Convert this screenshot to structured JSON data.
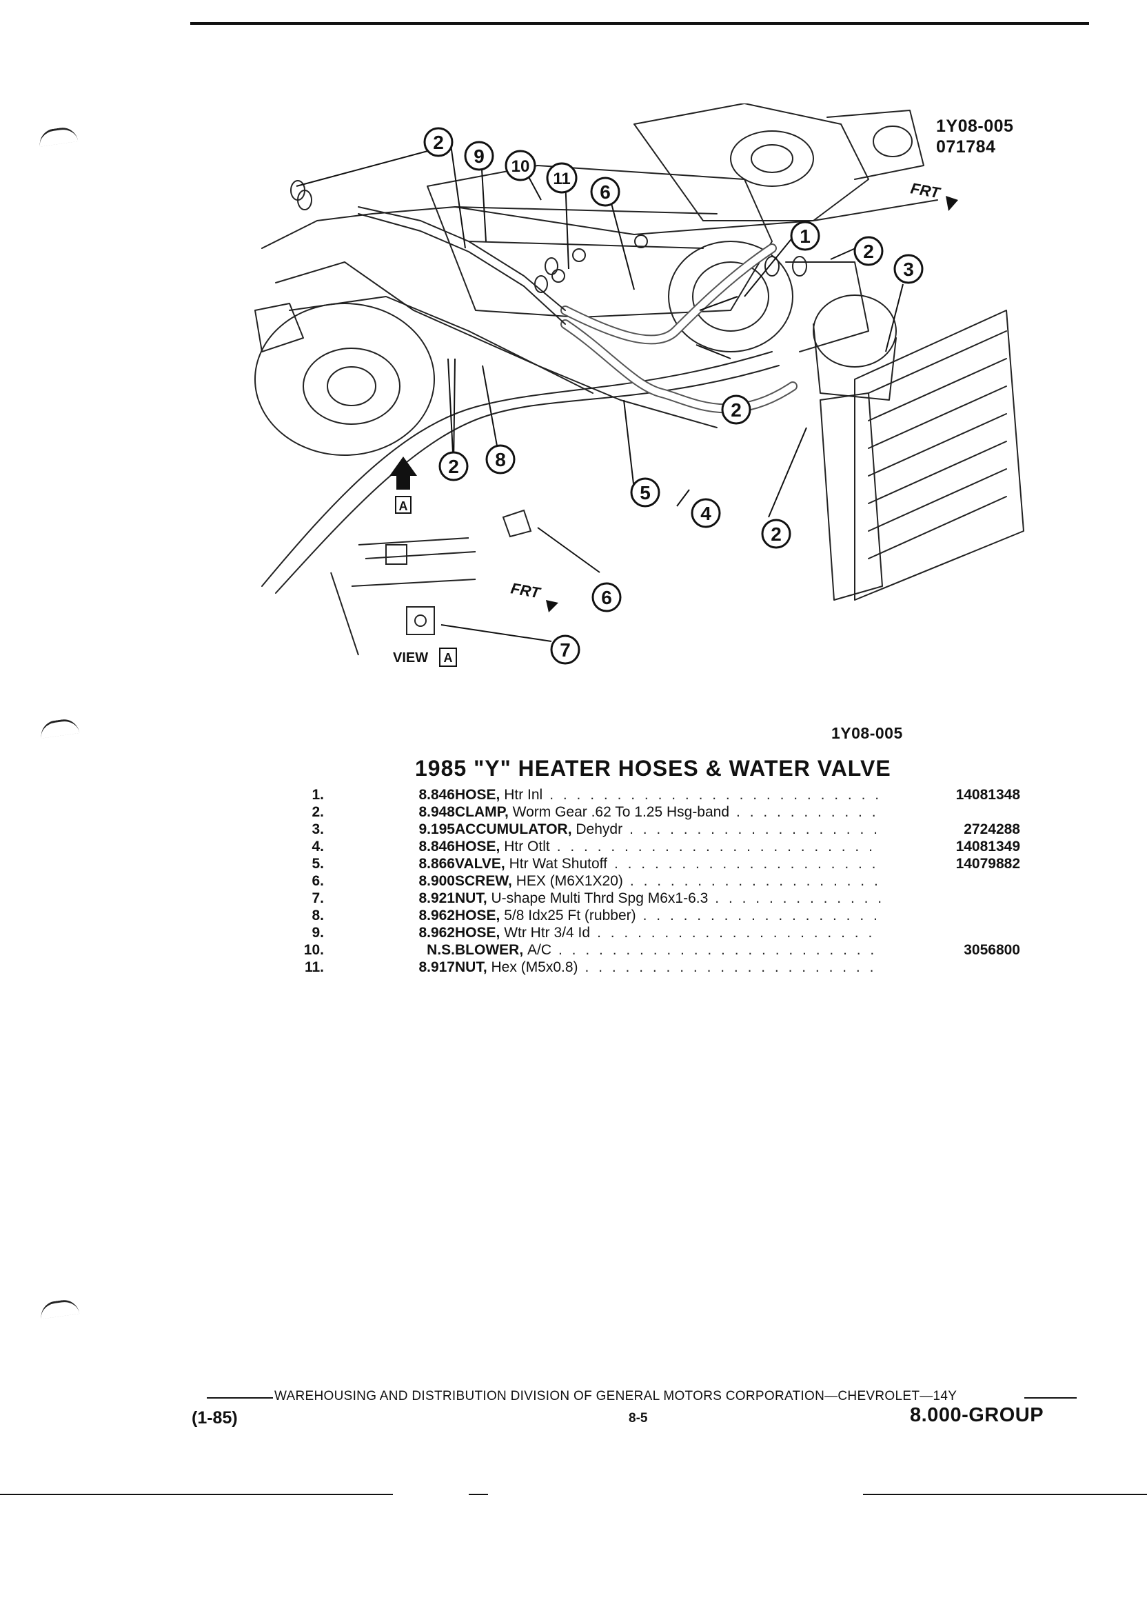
{
  "figure": {
    "id": "1Y08-005",
    "date": "071784",
    "caption_id": "1Y08-005",
    "front_label": "FRT",
    "view_label": "VIEW",
    "view_letter": "A",
    "callouts": [
      "1",
      "2",
      "3",
      "4",
      "5",
      "6",
      "7",
      "8",
      "9",
      "10",
      "11"
    ]
  },
  "title": "1985 \"Y\" HEATER HOSES & WATER VALVE",
  "parts": [
    {
      "num": "1.",
      "code": "8.846",
      "name": "HOSE,",
      "desc": "Htr Inl",
      "pn": "14081348"
    },
    {
      "num": "2.",
      "code": "8.948",
      "name": "CLAMP,",
      "desc": "Worm Gear .62 To 1.25 Hsg-band",
      "pn": ""
    },
    {
      "num": "3.",
      "code": "9.195",
      "name": "ACCUMULATOR,",
      "desc": "Dehydr",
      "pn": "2724288"
    },
    {
      "num": "4.",
      "code": "8.846",
      "name": "HOSE,",
      "desc": "Htr Otlt",
      "pn": "14081349"
    },
    {
      "num": "5.",
      "code": "8.866",
      "name": "VALVE,",
      "desc": "Htr Wat Shutoff",
      "pn": "14079882"
    },
    {
      "num": "6.",
      "code": "8.900",
      "name": "SCREW,",
      "desc": "HEX (M6X1X20)",
      "pn": ""
    },
    {
      "num": "7.",
      "code": "8.921",
      "name": "NUT,",
      "desc": "U-shape Multi Thrd Spg M6x1-6.3",
      "pn": ""
    },
    {
      "num": "8.",
      "code": "8.962",
      "name": "HOSE,",
      "desc": "5/8 Idx25 Ft (rubber)",
      "pn": ""
    },
    {
      "num": "9.",
      "code": "8.962",
      "name": "HOSE,",
      "desc": "Wtr Htr 3/4 Id",
      "pn": ""
    },
    {
      "num": "10.",
      "code": "N.S.",
      "name": "BLOWER,",
      "desc": "A/C",
      "pn": "3056800"
    },
    {
      "num": "11.",
      "code": "8.917",
      "name": "NUT,",
      "desc": "Hex (M5x0.8)",
      "pn": ""
    }
  ],
  "footer": {
    "division": "WAREHOUSING AND DISTRIBUTION DIVISION OF GENERAL MOTORS CORPORATION—CHEVROLET—14Y",
    "date_code": "(1-85)",
    "page": "8-5",
    "group": "8.000-GROUP"
  }
}
